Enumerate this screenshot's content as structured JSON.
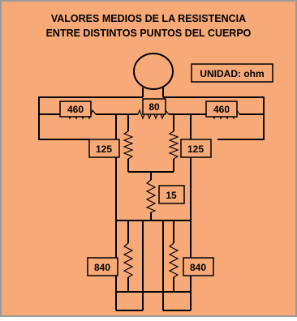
{
  "diagram": {
    "title_line1": "VALORES MEDIOS DE LA RESISTENCIA",
    "title_line2": "ENTRE DISTINTOS PUNTOS DEL CUERPO",
    "unit_label": "UNIDAD: ohm",
    "colors": {
      "background": "#F7AA77",
      "border": "#9A9A9A",
      "line": "#000000",
      "box_fill": "#F7AA77"
    },
    "resistances": {
      "left_arm": "460",
      "neck": "80",
      "right_arm": "460",
      "left_torso": "125",
      "right_torso": "125",
      "abdomen": "15",
      "left_leg": "840",
      "right_leg": "840"
    }
  }
}
